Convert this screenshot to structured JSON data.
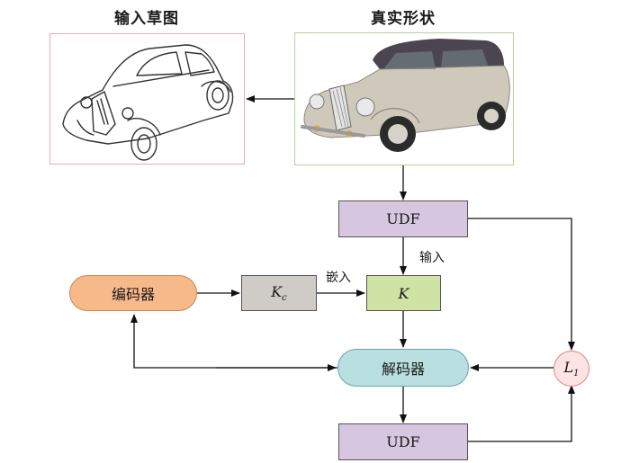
{
  "titles": {
    "sketch": "输入草图",
    "real": "真实形状"
  },
  "nodes": {
    "udf_top": "UDF",
    "udf_bottom": "UDF",
    "K": "K",
    "Kc_main": "K",
    "Kc_sub": "c",
    "encoder": "编码器",
    "decoder": "解码器",
    "L1_main": "L",
    "L1_sub": "1"
  },
  "edge_labels": {
    "input": "输入",
    "embed": "嵌入"
  },
  "colors": {
    "udf_fill": "#d7c6df",
    "k_fill": "#cfe3a4",
    "kc_fill": "#cfcbc6",
    "encoder_fill": "#f8b98a",
    "decoder_fill": "#b9dfe0",
    "l1_fill": "#fde3e3",
    "sketch_border": "#e6aab4",
    "photo_border": "#b6d49a"
  },
  "icons": {
    "sketch": "car-sketch-icon",
    "photo": "vintage-car-photo-icon"
  }
}
